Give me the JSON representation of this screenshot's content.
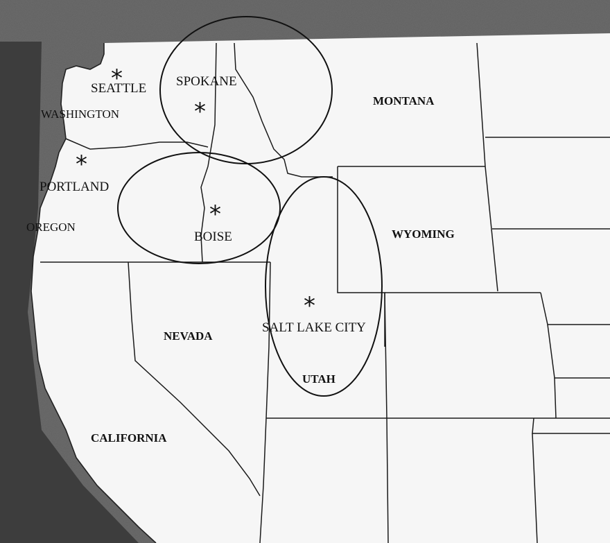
{
  "map": {
    "colors": {
      "ocean": "#6b6b6b",
      "ocean_dark": "#3d3d3d",
      "land": "#ffffff",
      "border": "#1a1a1a"
    },
    "cities": [
      {
        "name": "SEATTLE",
        "icon": "asterisk"
      },
      {
        "name": "SPOKANE",
        "icon": "asterisk"
      },
      {
        "name": "PORTLAND",
        "icon": "asterisk"
      },
      {
        "name": "BOISE",
        "icon": "asterisk"
      },
      {
        "name": "SALT LAKE CITY",
        "icon": "asterisk"
      }
    ],
    "states": [
      "WASHINGTON",
      "OREGON",
      "MONTANA",
      "WYOMING",
      "NEVADA",
      "UTAH",
      "CALIFORNIA"
    ],
    "coverage_rings": [
      "Spokane",
      "Boise",
      "Salt Lake City"
    ]
  }
}
